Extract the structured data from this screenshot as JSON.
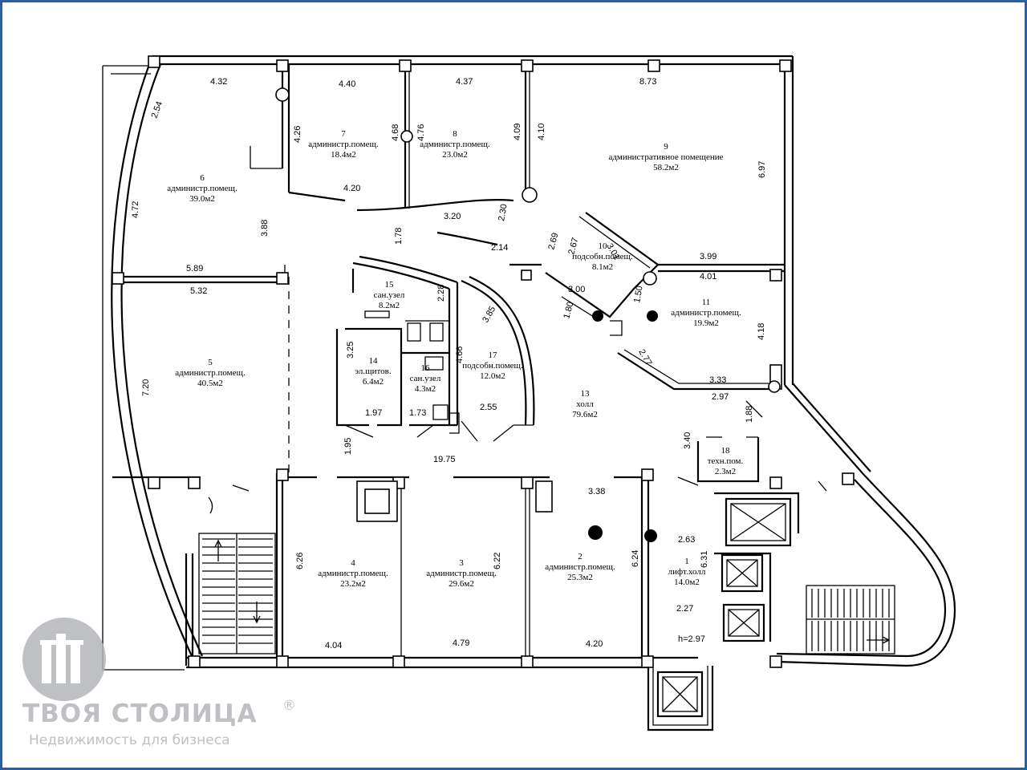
{
  "rooms": [
    {
      "number": "1",
      "name": "лифт.холл",
      "area": "14.0м2"
    },
    {
      "number": "2",
      "name": "администр.помещ.",
      "area": "25.3м2"
    },
    {
      "number": "3",
      "name": "администр.помещ.",
      "area": "29.6м2"
    },
    {
      "number": "4",
      "name": "администр.помещ.",
      "area": "23.2м2"
    },
    {
      "number": "5",
      "name": "администр.помещ.",
      "area": "40.5м2"
    },
    {
      "number": "6",
      "name": "администр.помещ.",
      "area": "39.0м2"
    },
    {
      "number": "7",
      "name": "администр.помещ.",
      "area": "18.4м2"
    },
    {
      "number": "8",
      "name": "администр.помещ.",
      "area": "23.0м2"
    },
    {
      "number": "9",
      "name": "административное помещение",
      "area": "58.2м2"
    },
    {
      "number": "10",
      "name": "подсобн.помещ.",
      "area": "8.1м2"
    },
    {
      "number": "11",
      "name": "администр.помещ.",
      "area": "19.9м2"
    },
    {
      "number": "13",
      "name": "холл",
      "area": "79.6м2"
    },
    {
      "number": "14",
      "name": "эл.щитов.",
      "area": "6.4м2"
    },
    {
      "number": "15",
      "name": "сан.узел",
      "area": "8.2м2"
    },
    {
      "number": "16",
      "name": "сан.узел",
      "area": "4.3м2"
    },
    {
      "number": "17",
      "name": "подсобн.помещ.",
      "area": "12.0м2"
    },
    {
      "number": "18",
      "name": "техн.пом.",
      "area": "2.3м2"
    }
  ],
  "dimensions": [
    "4.32",
    "4.40",
    "4.37",
    "8.73",
    "2.54",
    "4.26",
    "4.68",
    "4.76",
    "4.09",
    "4.10",
    "6.97",
    "4.20",
    "4.72",
    "3.88",
    "5.89",
    "5.32",
    "1.78",
    "3.20",
    "2.30",
    "2.14",
    "2.69",
    "2.67",
    "3.01",
    "3.99",
    "4.01",
    "3.00",
    "1.50",
    "1.80",
    "2.28",
    "3.85",
    "4.18",
    "2.77",
    "3.33",
    "2.97",
    "1.88",
    "3.40",
    "3.25",
    "4.66",
    "1.97",
    "1.73",
    "2.55",
    "7.20",
    "1.95",
    "19.75",
    "3.38",
    "2.63",
    "6.26",
    "6.22",
    "6.24",
    "6.31",
    "2.27",
    "4.04",
    "4.79",
    "4.20"
  ],
  "height_note": "h=2.97",
  "watermark": {
    "brand": "ТВОЯ СТОЛИЦА",
    "registered": "®",
    "tagline": "Недвижимость для бизнеса"
  }
}
